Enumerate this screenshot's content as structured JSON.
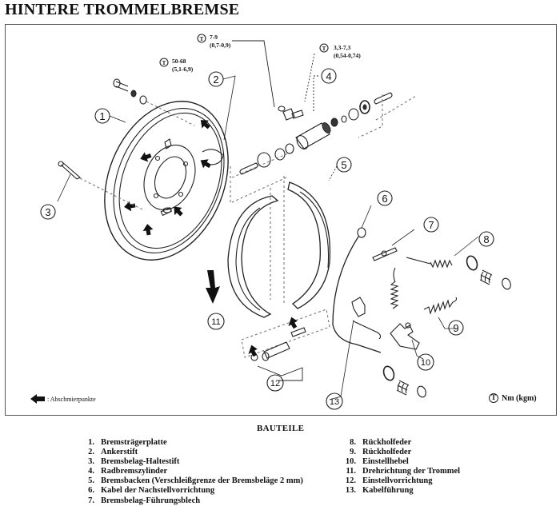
{
  "title": "HINTERE TROMMELBREMSE",
  "torque_specs": [
    {
      "id": "t1",
      "value": "7-9",
      "kgm": "(0,7-0,9)"
    },
    {
      "id": "t2",
      "value": "50-68",
      "kgm": "(5,1-6,9)"
    },
    {
      "id": "t3",
      "value": "3,3-7,3",
      "kgm": "(0,54-0,74)"
    }
  ],
  "torque_symbol": "T",
  "callouts": [
    "1",
    "2",
    "3",
    "4",
    "5",
    "6",
    "7",
    "8",
    "9",
    "10",
    "11",
    "12",
    "13"
  ],
  "legend": {
    "lubrication_label": ": Abschmierpunkte",
    "torque_unit_label": "Nm (kgm)"
  },
  "parts_list": {
    "title": "BAUTEILE",
    "left": [
      {
        "num": "1.",
        "name": "Bremsträgerplatte"
      },
      {
        "num": "2.",
        "name": "Ankerstift"
      },
      {
        "num": "3.",
        "name": "Bremsbelag-Haltestift"
      },
      {
        "num": "4.",
        "name": "Radbremszylinder"
      },
      {
        "num": "5.",
        "name": "Bremsbacken (Verschleißgrenze der Bremsbeläge 2 mm)"
      },
      {
        "num": "6.",
        "name": "Kabel der Nachstellvorrichtung"
      },
      {
        "num": "7.",
        "name": "Bremsbelag-Führungsblech"
      }
    ],
    "right": [
      {
        "num": "8.",
        "name": "Rückholfeder"
      },
      {
        "num": "9.",
        "name": "Rückholfeder"
      },
      {
        "num": "10.",
        "name": "Einstellhebel"
      },
      {
        "num": "11.",
        "name": "Drehrichtung der Trommel"
      },
      {
        "num": "12.",
        "name": "Einstellvorrichtung"
      },
      {
        "num": "13.",
        "name": "Kabelführung"
      }
    ]
  }
}
